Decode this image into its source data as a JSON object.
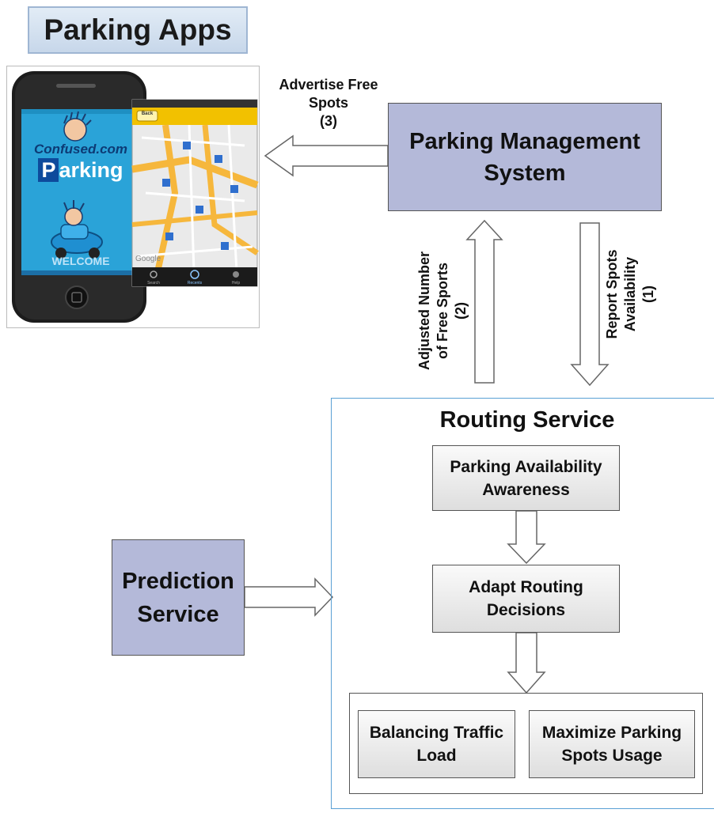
{
  "title": "Parking Apps",
  "phone": {
    "brand": "Confused.com",
    "app_name_first": "P",
    "app_name_rest": "arking",
    "welcome": "WELCOME",
    "map_back": "Back",
    "tabs": [
      "Search",
      "Recents",
      "Help"
    ],
    "map_watermark": "Google"
  },
  "parking_management_system": {
    "line1": "Parking Management",
    "line2": "System"
  },
  "advertise": {
    "line1": "Advertise Free",
    "line2": "Spots",
    "line3": "(3)"
  },
  "adjusted": {
    "line1": "Adjusted Number",
    "line2": "of Free Sports",
    "line3": "(2)"
  },
  "report": {
    "line1": "Report Spots",
    "line2": "Availability",
    "line3": "(1)"
  },
  "routing_service": {
    "title": "Routing Service",
    "awareness": {
      "line1": "Parking Availability",
      "line2": "Awareness"
    },
    "adapt": {
      "line1": "Adapt Routing",
      "line2": "Decisions"
    },
    "balancing": {
      "line1": "Balancing Traffic",
      "line2": "Load"
    },
    "maximize": {
      "line1": "Maximize Parking",
      "line2": "Spots Usage"
    }
  },
  "prediction_service": {
    "line1": "Prediction",
    "line2": "Service"
  },
  "colors": {
    "system_box": "#b4b9d9",
    "title_box": "#d2dff0",
    "routing_border": "#5aa0d4",
    "map_road": "#f6b73c"
  }
}
